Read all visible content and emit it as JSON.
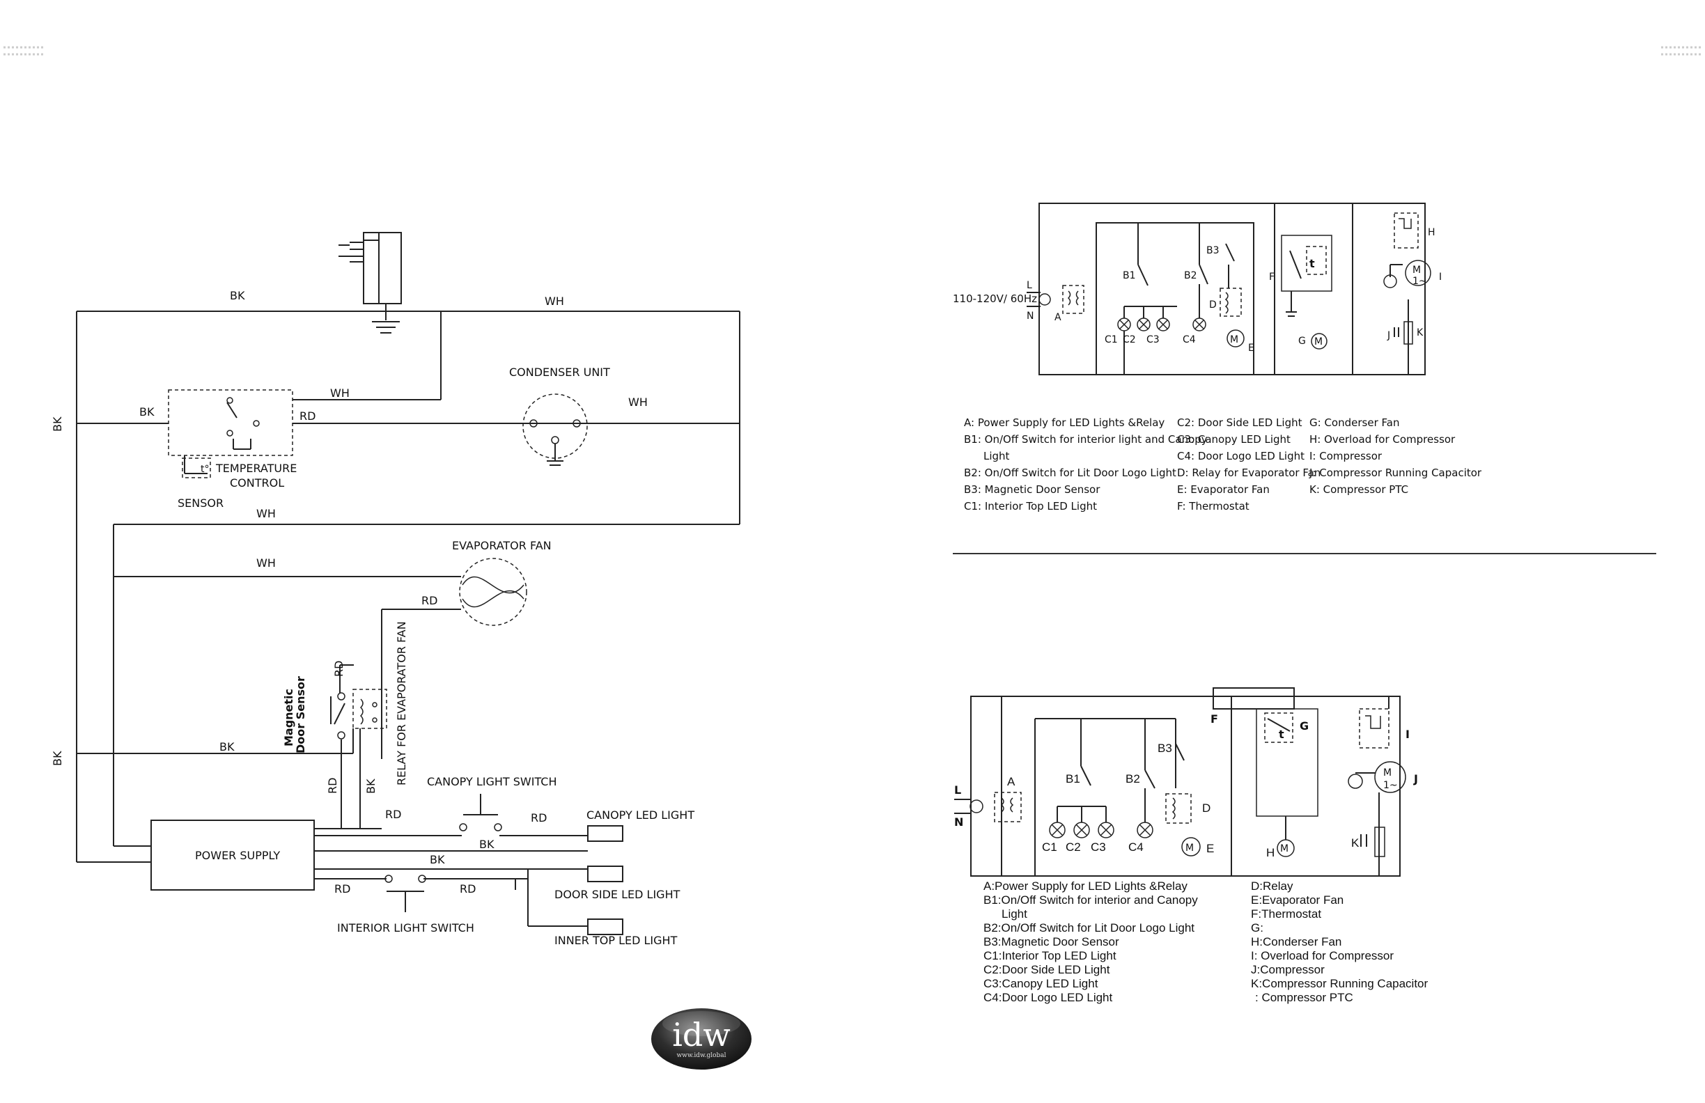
{
  "wiring": {
    "wire_bk_top": "BK",
    "wire_wh_top": "WH",
    "wire_bk_left_upper": "BK",
    "wire_bk_left_lower": "BK",
    "wire_bk_tc": "BK",
    "wire_wh_tc": "WH",
    "wire_rd_tc": "RD",
    "wire_wh_cond": "WH",
    "wire_wh_mid": "WH",
    "wire_wh_fan": "WH",
    "wire_rd_fan": "RD",
    "wire_rd_sensor": "RD",
    "wire_bk_relay": "BK",
    "wire_rd_vert": "RD",
    "wire_bk_vert": "BK",
    "wire_rd_canopy1": "RD",
    "wire_rd_canopy2": "RD",
    "wire_bk_canopy": "BK",
    "wire_bk_door": "BK",
    "wire_rd_int1": "RD",
    "wire_rd_int2": "RD",
    "condenser_unit": "CONDENSER  UNIT",
    "temperature_control_1": "TEMPERATURE",
    "temperature_control_2": "CONTROL",
    "sensor": "SENSOR",
    "evaporator_fan": "EVAPORATOR  FAN",
    "relay_for_evaporator_fan": "RELAY  FOR  EVAPORATOR  FAN",
    "magnetic_door_sensor_1": "Magnetic",
    "magnetic_door_sensor_2": "Door Sensor",
    "canopy_light_switch": "CANOPY    LIGHT  SWITCH",
    "canopy_led_light": "CANOPY  LED  LIGHT",
    "power_supply": "POWER  SUPPLY",
    "door_side_led_light": "DOOR  SIDE  LED  LIGHT",
    "interior_light_switch": "INTERIOR    LIGHT  SWITCH",
    "inner_top_led_light": "INNER  TOP  LED  LIGHT"
  },
  "logo": {
    "text": "idw",
    "url": "www.idw.global"
  },
  "schematic_top": {
    "voltage": "110-120V/ 60Hz",
    "L": "L",
    "N": "N",
    "A": "A",
    "B1": "B1",
    "B2": "B2",
    "B3": "B3",
    "C1": "C1",
    "C2": "C2",
    "C3": "C3",
    "C4": "C4",
    "D": "D",
    "E": "E",
    "F": "F",
    "G": "G",
    "H": "H",
    "I": "I",
    "J": "J",
    "K": "K",
    "M1": "M",
    "M2": "M",
    "legend_col1": [
      "A: Power Supply for LED Lights &Relay",
      "B1: On/Off Switch for interior light and Canopy",
      "Light",
      "B2: On/Off Switch for Lit Door Logo Light",
      "B3: Magnetic Door Sensor",
      "C1: Interior Top LED Light"
    ],
    "legend_col2": [
      "C2: Door Side LED Light",
      "C3: Canopy LED Light",
      "C4: Door Logo LED Light",
      "D: Relay for Evaporator Fan",
      "E: Evaporator Fan",
      "F: Thermostat"
    ],
    "legend_col3": [
      "G: Conderser Fan",
      "H: Overload for Compressor",
      "I: Compressor",
      "J: Compressor Running Capacitor",
      "K: Compressor PTC"
    ]
  },
  "schematic_bottom": {
    "L": "L",
    "N": "N",
    "A": "A",
    "B1": "B1",
    "B2": "B2",
    "B3": "B3",
    "C1": "C1",
    "C2": "C2",
    "C3": "C3",
    "C4": "C4",
    "D": "D",
    "E": "E",
    "F": "F",
    "G": "G",
    "H": "H",
    "I": "I",
    "J": "J",
    "K": "K",
    "legend_col1": [
      "A:Power Supply for LED Lights &Relay",
      "B1:On/Off Switch for interior and Canopy",
      "Light",
      "B2:On/Off Switch for Lit Door Logo Light",
      "B3:Magnetic Door Sensor",
      "C1:Interior Top LED Light",
      "C2:Door Side LED Light",
      "C3:Canopy LED Light",
      "C4:Door Logo LED Light"
    ],
    "legend_col2": [
      "D:Relay",
      "E:Evaporator Fan",
      "F:Thermostat",
      "G:",
      "H:Conderser Fan",
      "I: Overload for Compressor",
      "J:Compressor",
      "K:Compressor Running Capacitor",
      " : Compressor PTC"
    ]
  }
}
